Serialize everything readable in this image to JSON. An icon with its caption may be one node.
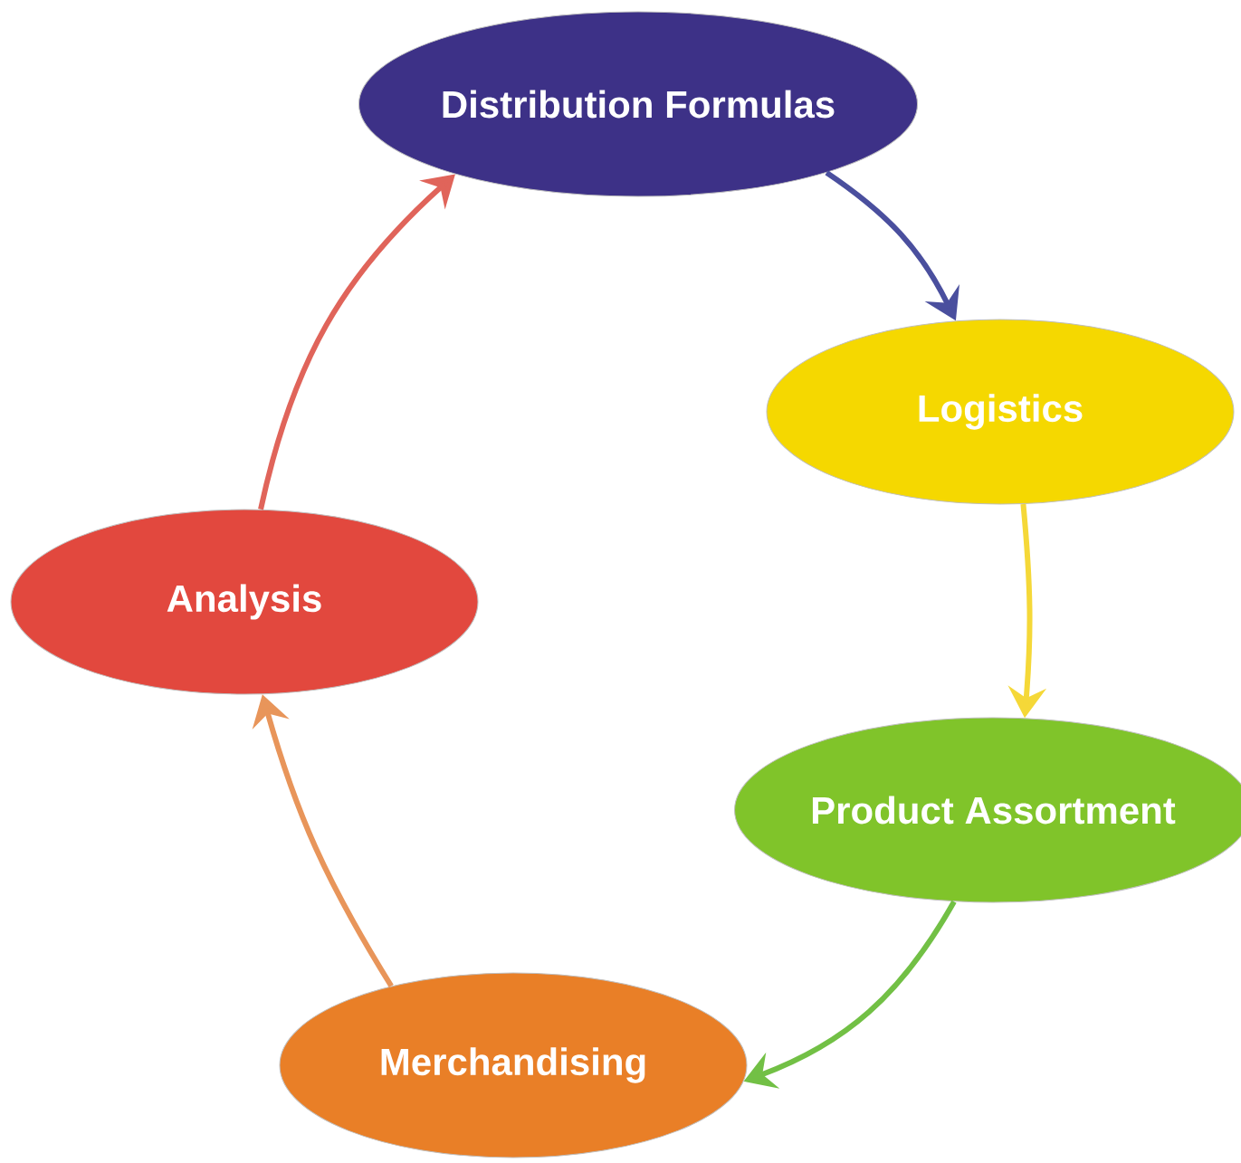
{
  "diagram": {
    "nodes": [
      {
        "text": [
          "Distribution Formulas"
        ]
      },
      {
        "text": [
          "Logistics"
        ]
      },
      {
        "text": [
          "Product Assortment"
        ]
      },
      {
        "text": [
          "Merchandising"
        ]
      },
      {
        "text": [
          "Analysis"
        ]
      }
    ],
    "edges": [
      {
        "from": 0,
        "to": 1,
        "arrow": "to",
        "color": "#4a4f9e"
      },
      {
        "from": 1,
        "to": 2,
        "arrow": "to",
        "color": "#f5d838"
      },
      {
        "from": 2,
        "to": 3,
        "arrow": "to",
        "color": "#72c045"
      },
      {
        "from": 3,
        "to": 4,
        "arrow": "to",
        "color": "#e8955a"
      },
      {
        "from": 4,
        "to": 0,
        "arrow": "to",
        "color": "#e0645a"
      }
    ]
  }
}
